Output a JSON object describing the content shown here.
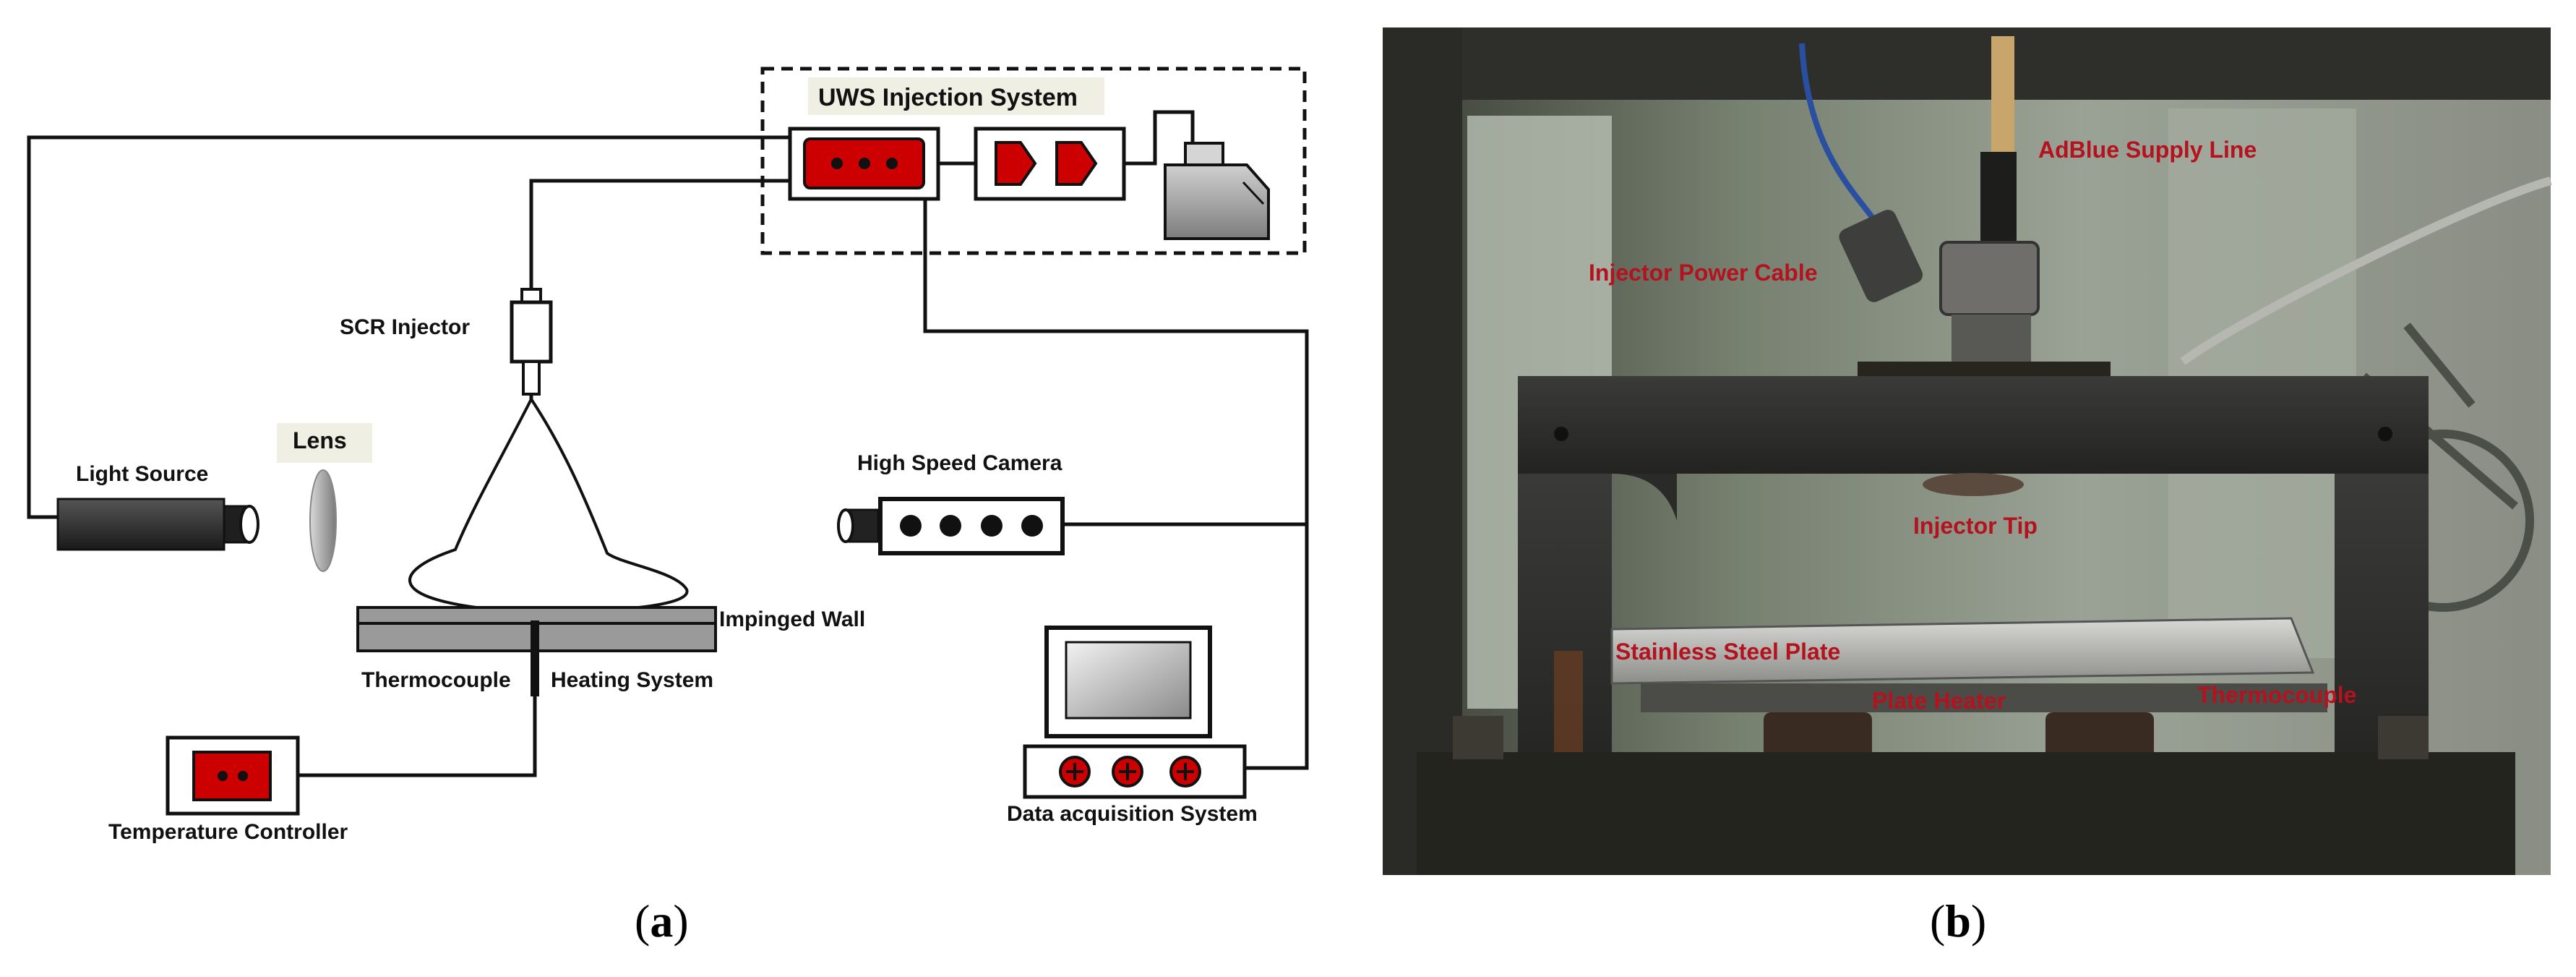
{
  "panel_a": {
    "caption": "(a)",
    "caption_letter": "a",
    "labels": {
      "uws_injection_system": "UWS Injection System",
      "scr_injector": "SCR Injector",
      "lens": "Lens",
      "light_source": "Light Source",
      "high_speed_camera": "High Speed Camera",
      "impinged_wall": "Impinged Wall",
      "thermocouple": "Thermocouple",
      "heating_system": "Heating System",
      "temperature_controller": "Temperature Controller",
      "data_acquisition_system": "Data acquisition System"
    },
    "colors": {
      "accent_red": "#cc0000",
      "line": "#111111",
      "panel_gray": "#9a9a9a"
    }
  },
  "panel_b": {
    "caption": "(b)",
    "caption_letter": "b",
    "labels": {
      "adblue_supply_line": "AdBlue Supply Line",
      "injector_power_cable": "Injector Power Cable",
      "injector_tip": "Injector Tip",
      "stainless_steel_plate": "Stainless Steel Plate",
      "plate_heater": "Plate Heater",
      "thermocouple": "Thermocouple"
    },
    "colors": {
      "label_red": "#b3121e"
    }
  }
}
